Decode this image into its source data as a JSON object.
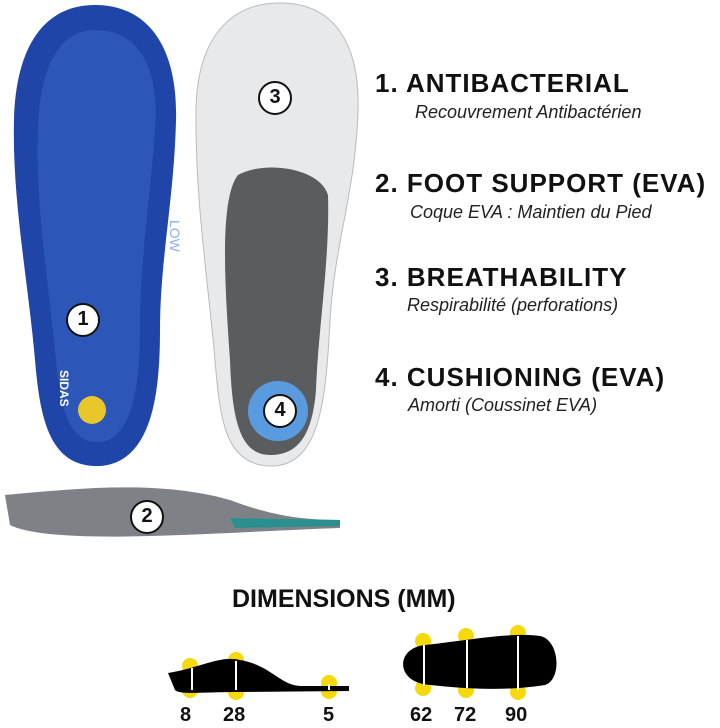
{
  "features": [
    {
      "title": "1.  ANTIBACTERIAL",
      "subtitle": "Recouvrement Antibactérien"
    },
    {
      "title": "2. FOOT SUPPORT (EVA)",
      "subtitle": "Coque EVA : Maintien du Pied"
    },
    {
      "title": "3. BREATHABILITY",
      "subtitle": "Respirabilité (perforations)"
    },
    {
      "title": "4. CUSHIONING (EVA)",
      "subtitle": "Amorti (Coussinet EVA)"
    }
  ],
  "markers": [
    "1",
    "2",
    "3",
    "4"
  ],
  "insole_labels": {
    "brand": "SIDAS",
    "model": "LOW"
  },
  "dimensions": {
    "title": "DIMENSIONS (MM)",
    "side_values": [
      "8",
      "28",
      "5"
    ],
    "top_values": [
      "62",
      "72",
      "90"
    ]
  },
  "colors": {
    "blue": "#1f45a8",
    "grey": "#5a5d60",
    "yellow": "#f5d90a"
  }
}
